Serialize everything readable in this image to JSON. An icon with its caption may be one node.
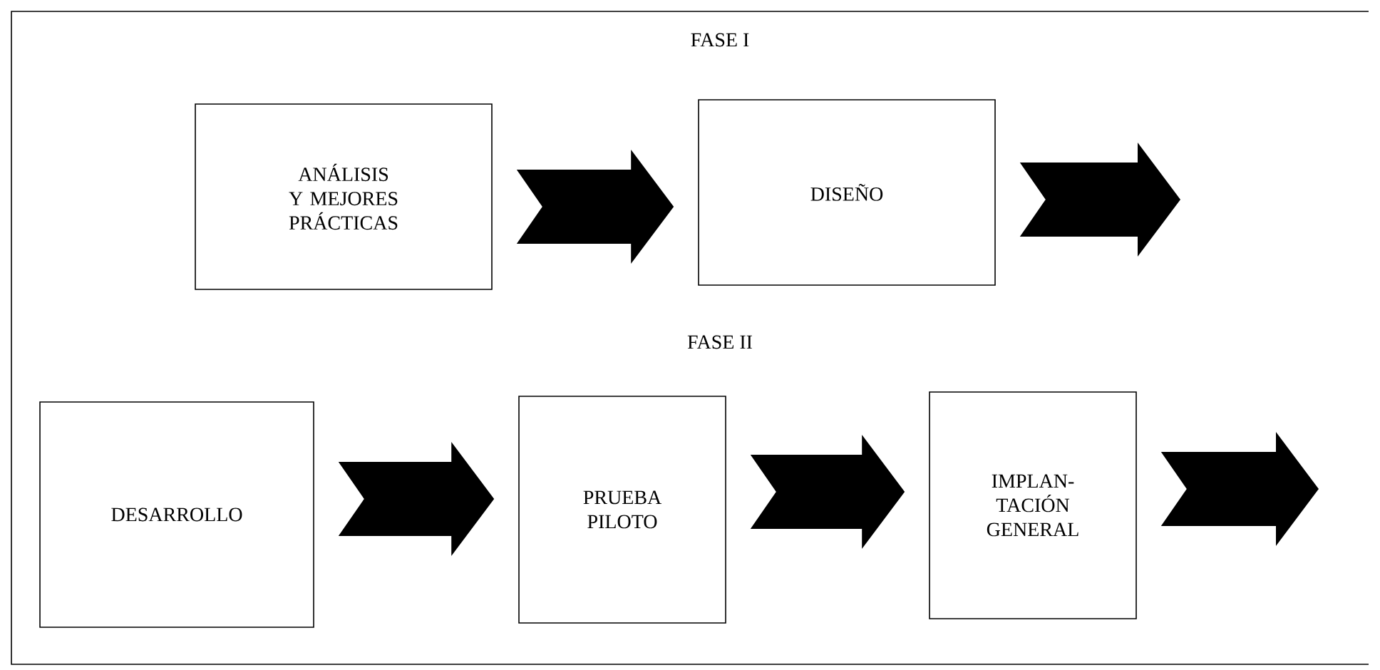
{
  "diagram": {
    "nodes": [
      {
        "text": [
          "ANÁLISIS Y MEJORES PRÁCTICAS"
        ]
      },
      {
        "text": [
          "DISEÑO"
        ]
      },
      {
        "text": [
          "DESARROLLO"
        ]
      },
      {
        "text": [
          "PRUEBA PILOTO"
        ]
      },
      {
        "text": [
          "IMPLAN- TACIÓN GENERAL"
        ]
      }
    ],
    "edges": [
      {
        "from": 0,
        "to": 1,
        "arrow": "to"
      },
      {
        "from": 1,
        "to": null,
        "arrow": "to"
      },
      {
        "from": 2,
        "to": 3,
        "arrow": "to"
      },
      {
        "from": 3,
        "to": 4,
        "arrow": "to"
      },
      {
        "from": 4,
        "to": null,
        "arrow": "to"
      }
    ],
    "labels": [
      "FASE I",
      "FASE II"
    ]
  }
}
